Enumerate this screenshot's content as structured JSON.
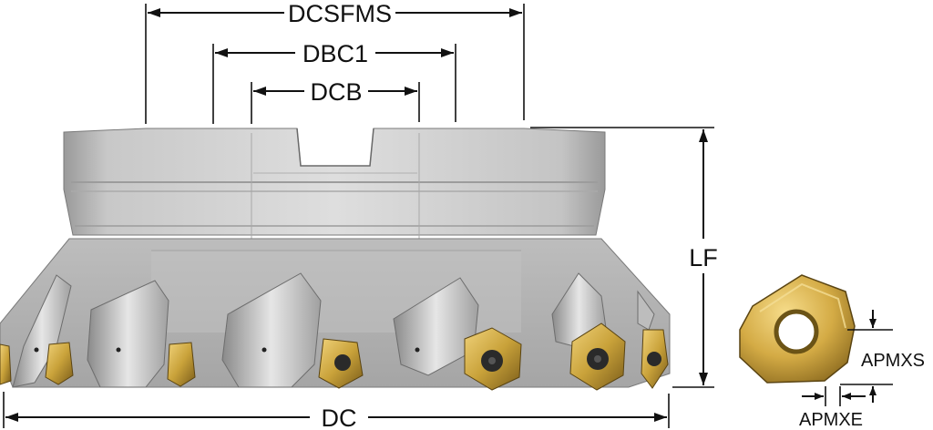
{
  "labels": {
    "dcsfms": "DCSFMS",
    "dbc1": "DBC1",
    "dcb": "DCB",
    "lf": "LF",
    "dc": "DC",
    "apmxs": "APMXS",
    "apmxe": "APMXE"
  },
  "colors": {
    "body_light": "#d4d4d4",
    "body_mid": "#b8b8b8",
    "body_dark": "#8c8c8c",
    "insert_gold": "#c9a23a",
    "insert_dark": "#6e5418",
    "line": "#111111"
  }
}
